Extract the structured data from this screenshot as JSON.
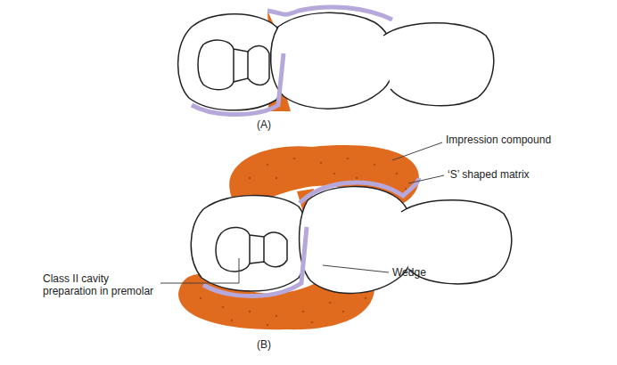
{
  "diagram": {
    "labels": [
      "(A)",
      "Impression compound",
      "‘S’ shaped matrix",
      "Class II cavity preparation in premolar",
      "Wedge",
      "(B)"
    ]
  }
}
